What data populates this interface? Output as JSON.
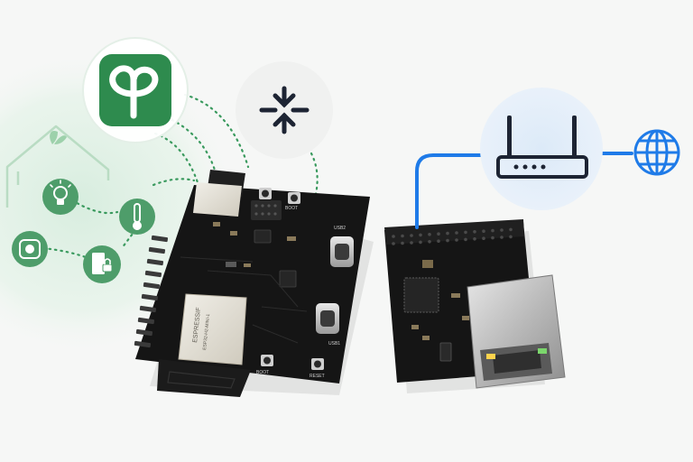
{
  "colors": {
    "background": "#f6f7f6",
    "matter_green": "#2e8b4e",
    "halo_green": "#d9efe0",
    "thread_dark": "#1d2433",
    "network_blue": "#1f7be8",
    "pcb_black": "#141414"
  },
  "icons": {
    "matter_logo": "matter-logo-icon",
    "thread_logo": "thread-logo-icon",
    "router": "router-icon",
    "globe": "globe-icon",
    "home": "house-icon",
    "bulb": "light-bulb-icon",
    "thermometer": "thermometer-icon",
    "camera": "camera-icon",
    "door_lock": "door-lock-icon",
    "plant": "sprout-icon"
  },
  "board_main": {
    "module_text_1": "ESPRESSIF",
    "module_text_2": "ESP32-H2-MINI-1",
    "button_boot": "BOOT",
    "button_reset": "RESET",
    "button_boot2": "BOOT",
    "usb_label": "USB1",
    "usb_label_2": "USB2"
  }
}
